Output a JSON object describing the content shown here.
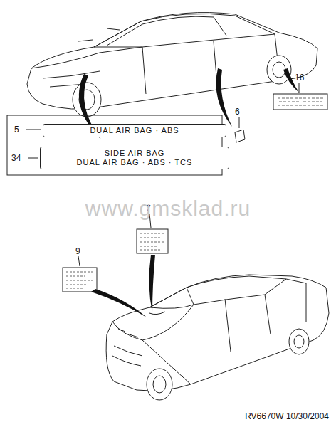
{
  "diagram": {
    "nodes": [
      {
        "text": [
          "DUAL AIR BAG · ABS"
        ]
      },
      {
        "text": [
          "SIDE AIR BAG",
          "DUAL AIR BAG · ABS · TCS"
        ]
      }
    ],
    "labels": [
      "5",
      "34",
      "6",
      "16",
      "7",
      "9",
      "www.gmsklad.ru",
      "RV6670W 10/30/2004"
    ]
  }
}
